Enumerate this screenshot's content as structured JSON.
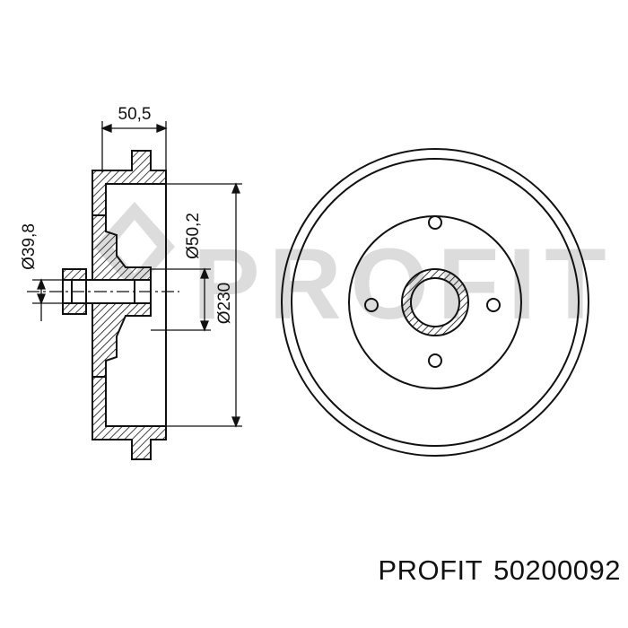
{
  "drawing": {
    "dim_width": "50,5",
    "dim_hub_diameter": "Ø39,8",
    "dim_bore_diameter": "Ø50,2",
    "dim_drum_diameter": "Ø230",
    "watermark": "PROFIT",
    "line_color": "#111111",
    "watermark_color": "#dcdcdc"
  },
  "caption": {
    "brand": "PROFIT",
    "part_number": "50200092"
  }
}
